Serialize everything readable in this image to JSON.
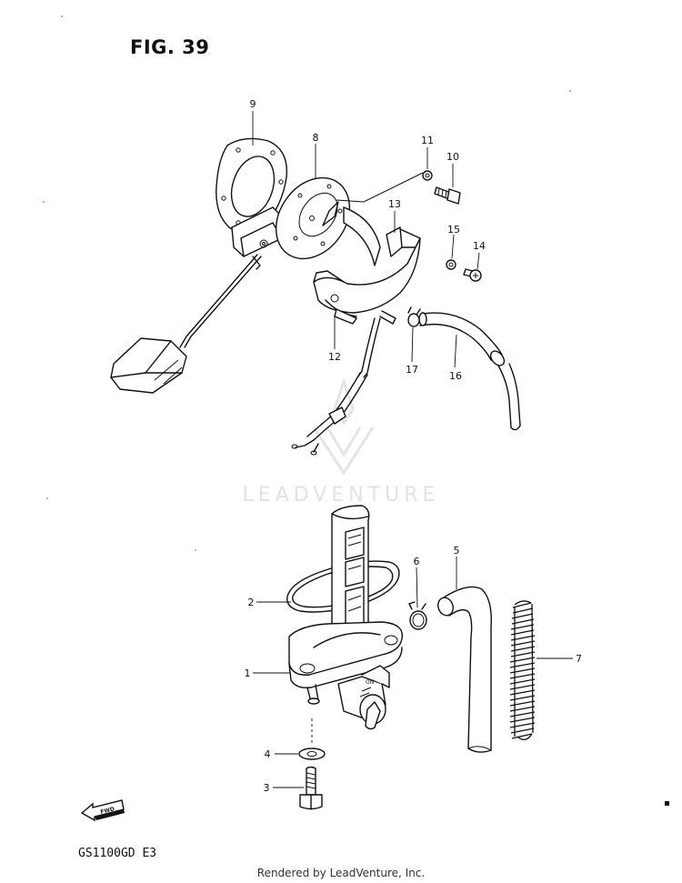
{
  "figure": {
    "title": "FIG. 39",
    "model_code": "GS1100GD E3",
    "render_credit": "Rendered by LeadVenture, Inc.",
    "watermark": "LEADVENTURE",
    "fwd_label": "FWD"
  },
  "callouts": [
    "1",
    "2",
    "3",
    "4",
    "5",
    "6",
    "7",
    "8",
    "9",
    "10",
    "11",
    "12",
    "13",
    "14",
    "15",
    "16",
    "17"
  ],
  "icons": {
    "fwd_arrow": "fwd-arrow-icon",
    "watermark_logo": "leadventure-logo-icon"
  }
}
